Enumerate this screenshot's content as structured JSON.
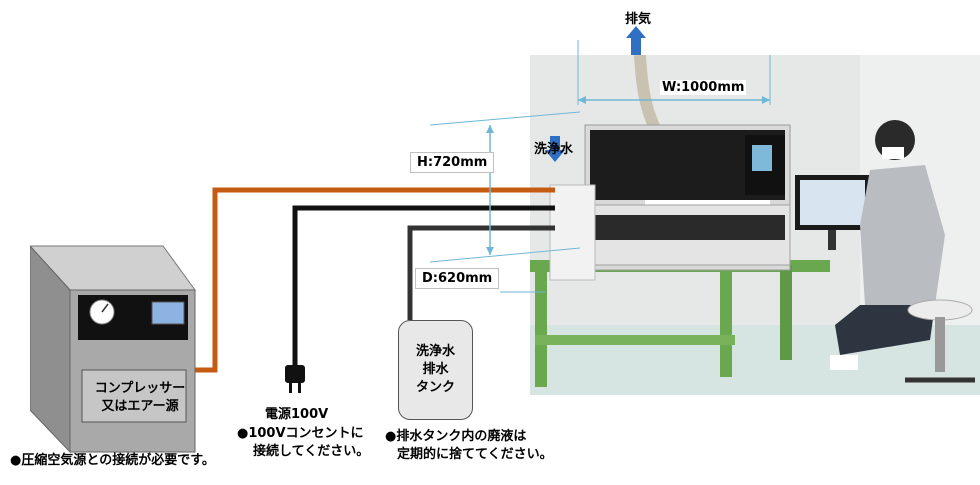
{
  "exhaust_label": "排気",
  "wash_water_label": "洗浄水",
  "dimensions": {
    "width": "W:1000mm",
    "height": "H:720mm",
    "depth": "D:620mm"
  },
  "compressor": {
    "line1": "コンプレッサー",
    "line2": "又はエアー源"
  },
  "compressor_note": "●圧縮空気源との接続が必要です。",
  "power_label": "電源100V",
  "power_note": {
    "line1": "●100Vコンセントに",
    "line2": "接続してください。"
  },
  "tank": {
    "line1": "洗浄水",
    "line2": "排水",
    "line3": "タンク"
  },
  "tank_note": {
    "line1": "●排水タンク内の廃液は",
    "line2": "定期的に捨ててください。"
  },
  "colors": {
    "air_line": "#c55a11",
    "power_line": "#111111",
    "arrow": "#2f6fc4"
  }
}
